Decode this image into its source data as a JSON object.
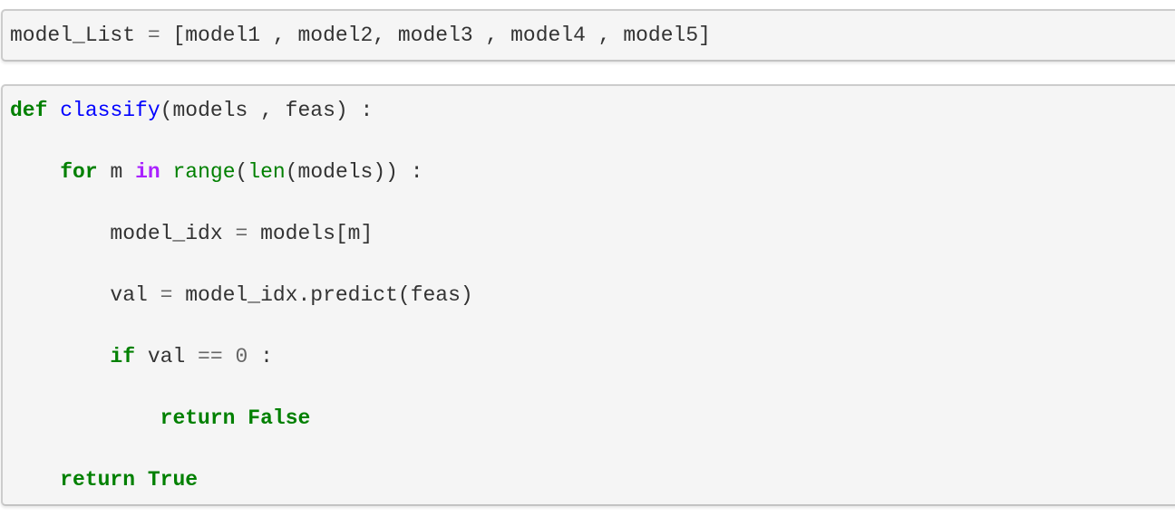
{
  "page": {
    "background": "#ffffff",
    "kind": "notebook-code-cells"
  },
  "syntax_colors": {
    "keyword": "#008000",
    "function_name": "#0000ff",
    "builtin": "#008000",
    "operator_word": "#aa22ff",
    "operator": "#666666",
    "number": "#666666",
    "default_text": "#333333",
    "cell_background": "#f5f5f5",
    "cell_border": "#cccccc"
  },
  "cells": [
    {
      "name": "model-list-cell",
      "source_text": "model_List = [model1 , model2, model3 , model4 , model5]",
      "lines": [
        [
          {
            "t": "model_List ",
            "c": "n"
          },
          {
            "t": "=",
            "c": "o"
          },
          {
            "t": " [model1 , model2, model3 , model4 , model5]",
            "c": "n"
          }
        ]
      ]
    },
    {
      "name": "classify-function-cell",
      "source_text": "def classify(models , feas) :\n\n    for m in range(len(models)) :\n\n        model_idx = models[m]\n\n        val = model_idx.predict(feas)\n\n        if val == 0 :\n\n            return False\n\n    return True",
      "lines": [
        [
          {
            "t": "def",
            "c": "k"
          },
          {
            "t": " ",
            "c": "n"
          },
          {
            "t": "classify",
            "c": "nf"
          },
          {
            "t": "(models , feas) :",
            "c": "n"
          }
        ],
        [],
        [
          {
            "t": "    ",
            "c": "n"
          },
          {
            "t": "for",
            "c": "k"
          },
          {
            "t": " m ",
            "c": "n"
          },
          {
            "t": "in",
            "c": "ow"
          },
          {
            "t": " ",
            "c": "n"
          },
          {
            "t": "range",
            "c": "nb"
          },
          {
            "t": "(",
            "c": "n"
          },
          {
            "t": "len",
            "c": "nb"
          },
          {
            "t": "(models)) :",
            "c": "n"
          }
        ],
        [],
        [
          {
            "t": "        model_idx ",
            "c": "n"
          },
          {
            "t": "=",
            "c": "o"
          },
          {
            "t": " models[m]",
            "c": "n"
          }
        ],
        [],
        [
          {
            "t": "        val ",
            "c": "n"
          },
          {
            "t": "=",
            "c": "o"
          },
          {
            "t": " model_idx.predict(feas)",
            "c": "n"
          }
        ],
        [],
        [
          {
            "t": "        ",
            "c": "n"
          },
          {
            "t": "if",
            "c": "k"
          },
          {
            "t": " val ",
            "c": "n"
          },
          {
            "t": "==",
            "c": "o"
          },
          {
            "t": " ",
            "c": "n"
          },
          {
            "t": "0",
            "c": "m"
          },
          {
            "t": " :",
            "c": "n"
          }
        ],
        [],
        [
          {
            "t": "            ",
            "c": "n"
          },
          {
            "t": "return",
            "c": "k"
          },
          {
            "t": " ",
            "c": "n"
          },
          {
            "t": "False",
            "c": "k"
          }
        ],
        [],
        [
          {
            "t": "    ",
            "c": "n"
          },
          {
            "t": "return",
            "c": "k"
          },
          {
            "t": " ",
            "c": "n"
          },
          {
            "t": "True",
            "c": "k"
          }
        ]
      ]
    }
  ]
}
